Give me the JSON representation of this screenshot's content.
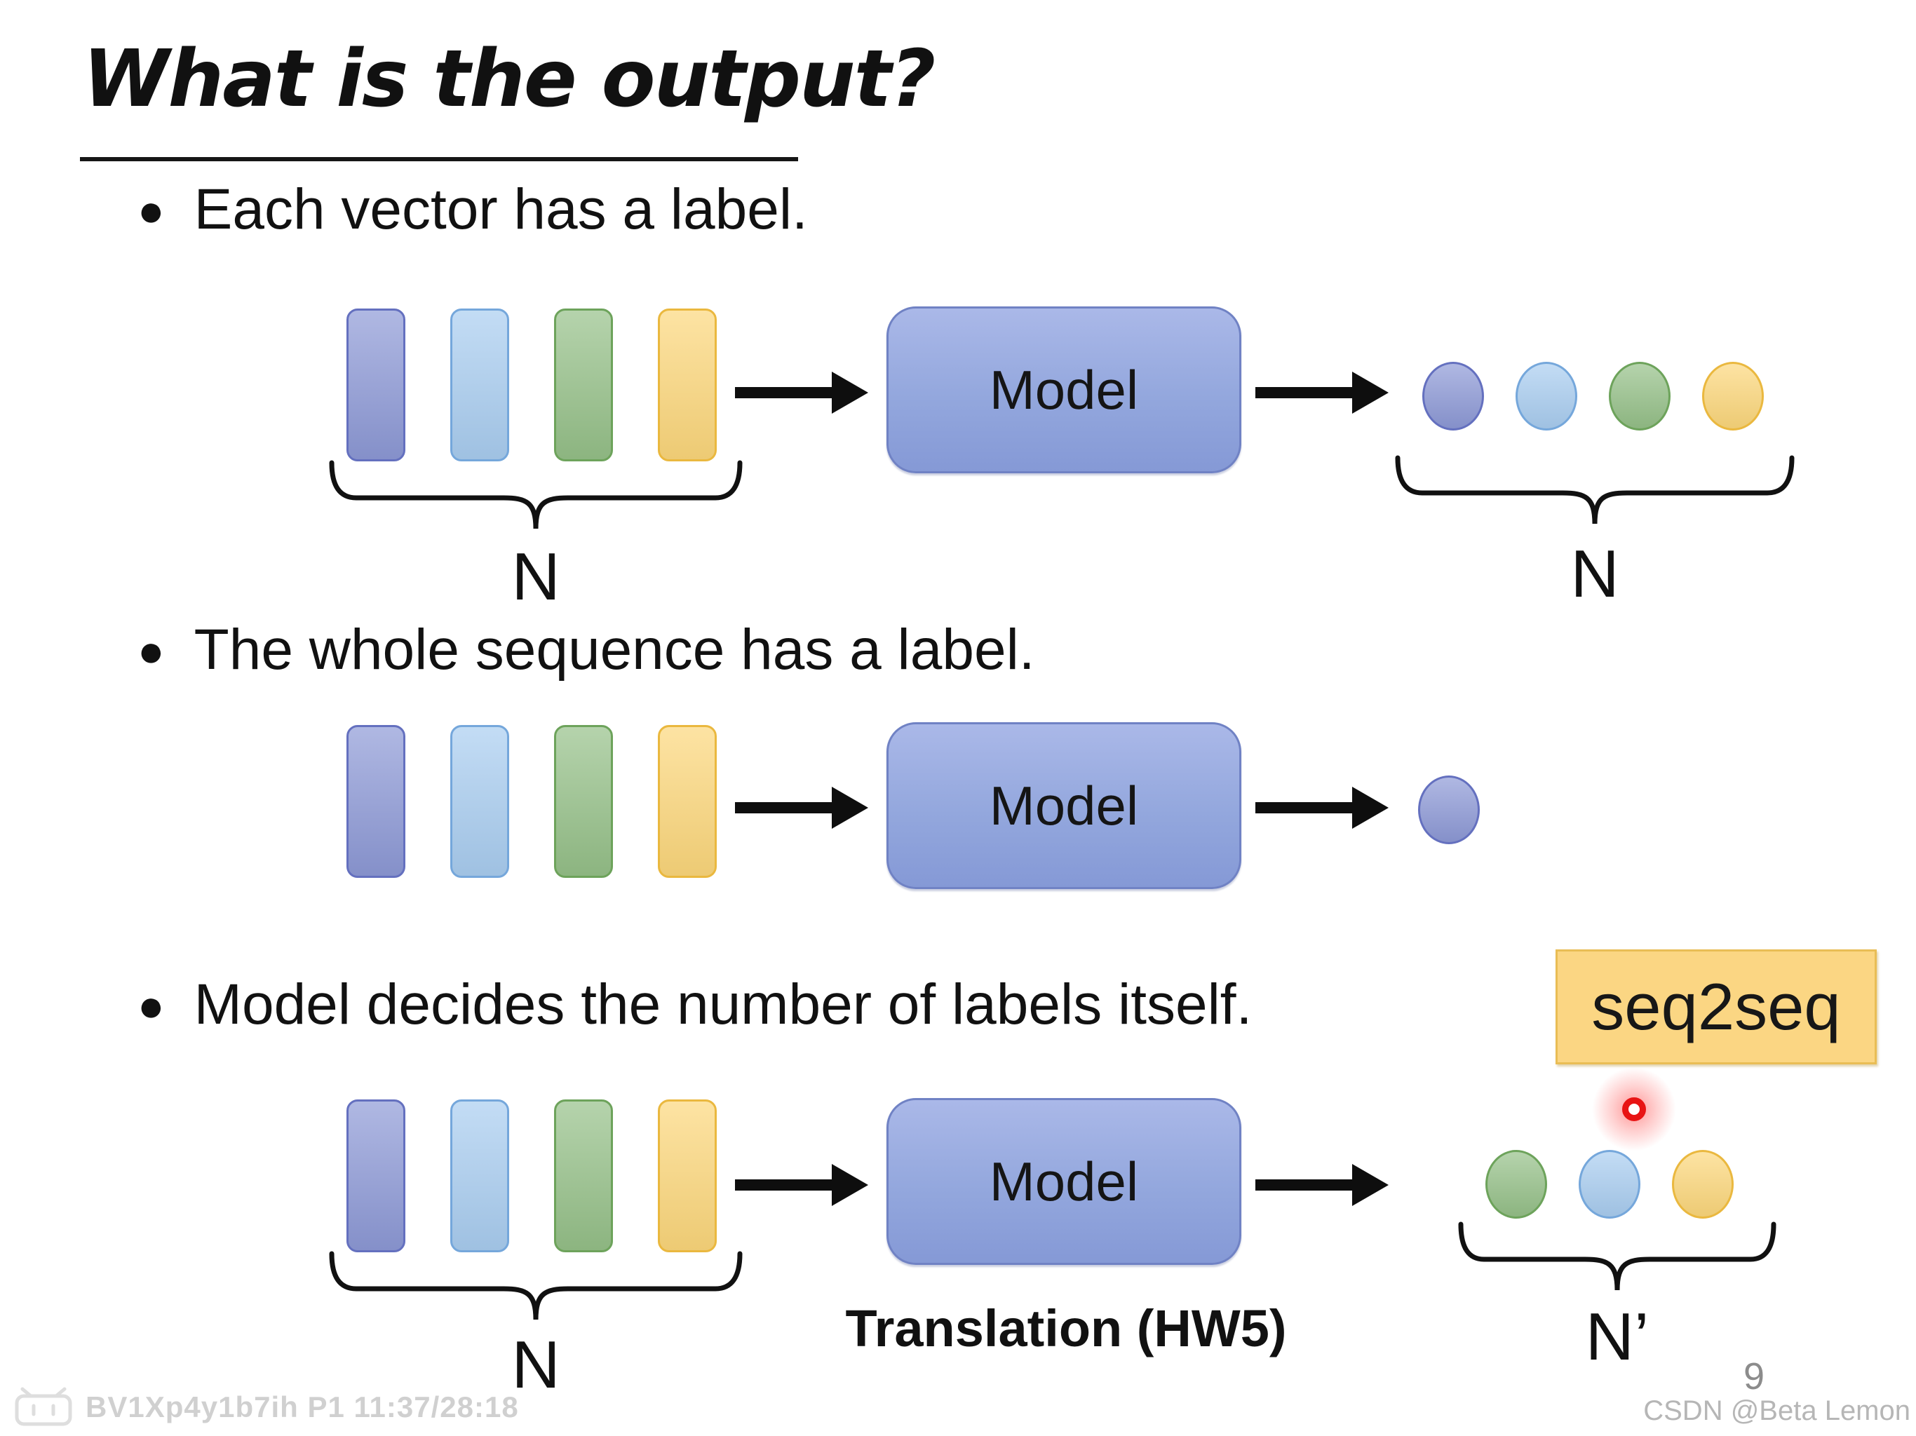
{
  "slide": {
    "title": "What is the output?",
    "page_number": "9"
  },
  "bullets": [
    "Each vector has a label.",
    "The whole sequence has a label.",
    "Model decides the number of labels itself."
  ],
  "tag": {
    "label": "seq2seq"
  },
  "rows": [
    {
      "model_label": "Model",
      "input_brace_label": "N",
      "output_brace_label": "N",
      "inputs": [
        "purpleBlue",
        "lightBlue",
        "green",
        "yellow"
      ],
      "outputs": [
        "purpleBlue",
        "lightBlue",
        "green",
        "yellow"
      ]
    },
    {
      "model_label": "Model",
      "inputs": [
        "purpleBlue",
        "lightBlue",
        "green",
        "yellow"
      ],
      "outputs": [
        "purpleBlue"
      ]
    },
    {
      "model_label": "Model",
      "caption": "Translation (HW5)",
      "input_brace_label": "N",
      "output_brace_label": "N’",
      "inputs": [
        "purpleBlue",
        "lightBlue",
        "green",
        "yellow"
      ],
      "outputs": [
        "green",
        "lightBlue",
        "yellow"
      ]
    }
  ],
  "palette": {
    "purpleBlue": {
      "fill": "#8d99d6",
      "stroke": "#6470bf"
    },
    "lightBlue": {
      "fill": "#a9cdf0",
      "stroke": "#75a7db"
    },
    "green": {
      "fill": "#95c088",
      "stroke": "#6da35b"
    },
    "yellow": {
      "fill": "#fcd77b",
      "stroke": "#eab83f"
    }
  },
  "accent": {
    "tag_fill": "#fbd683",
    "tag_border": "#e9bd55",
    "laser": "#e81414"
  },
  "watermarks": {
    "left": "BV1Xp4y1b7ih P1 11:37/28:18",
    "right": "CSDN @Beta Lemon"
  }
}
